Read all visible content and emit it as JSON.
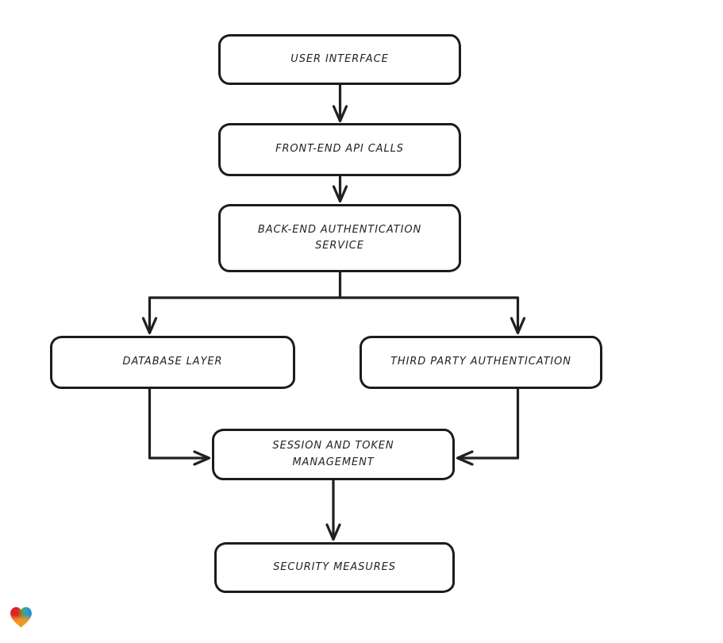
{
  "page": {
    "background_color": "#ffffff"
  },
  "diagram": {
    "type": "flowchart",
    "style": {
      "stroke_color": "#1c1c1c",
      "node_fill_color": "#ffffff",
      "text_color": "#232323"
    },
    "nodes": [
      {
        "id": "user-interface",
        "label": "USER INTERFACE"
      },
      {
        "id": "front-end-api-calls",
        "label": "FRONT-END API CALLS"
      },
      {
        "id": "back-end-authentication-service",
        "label": "BACK-END AUTHENTICATION SERVICE"
      },
      {
        "id": "database-layer",
        "label": "DATABASE LAYER"
      },
      {
        "id": "third-party-authentication",
        "label": "THIRD PARTY AUTHENTICATION"
      },
      {
        "id": "session-and-token-management",
        "label": "SESSION AND TOKEN MANAGEMENT"
      },
      {
        "id": "security-measures",
        "label": "SECURITY MEASURES"
      }
    ],
    "edges": [
      {
        "from": "user-interface",
        "to": "front-end-api-calls"
      },
      {
        "from": "front-end-api-calls",
        "to": "back-end-authentication-service"
      },
      {
        "from": "back-end-authentication-service",
        "to": "database-layer"
      },
      {
        "from": "back-end-authentication-service",
        "to": "third-party-authentication"
      },
      {
        "from": "database-layer",
        "to": "session-and-token-management"
      },
      {
        "from": "third-party-authentication",
        "to": "session-and-token-management"
      },
      {
        "from": "session-and-token-management",
        "to": "security-measures"
      }
    ],
    "logo": {
      "icon": "gradient-heart-logo",
      "colors": [
        "#e02227",
        "#5fa047",
        "#2a9bd5",
        "#f6941e"
      ]
    }
  }
}
